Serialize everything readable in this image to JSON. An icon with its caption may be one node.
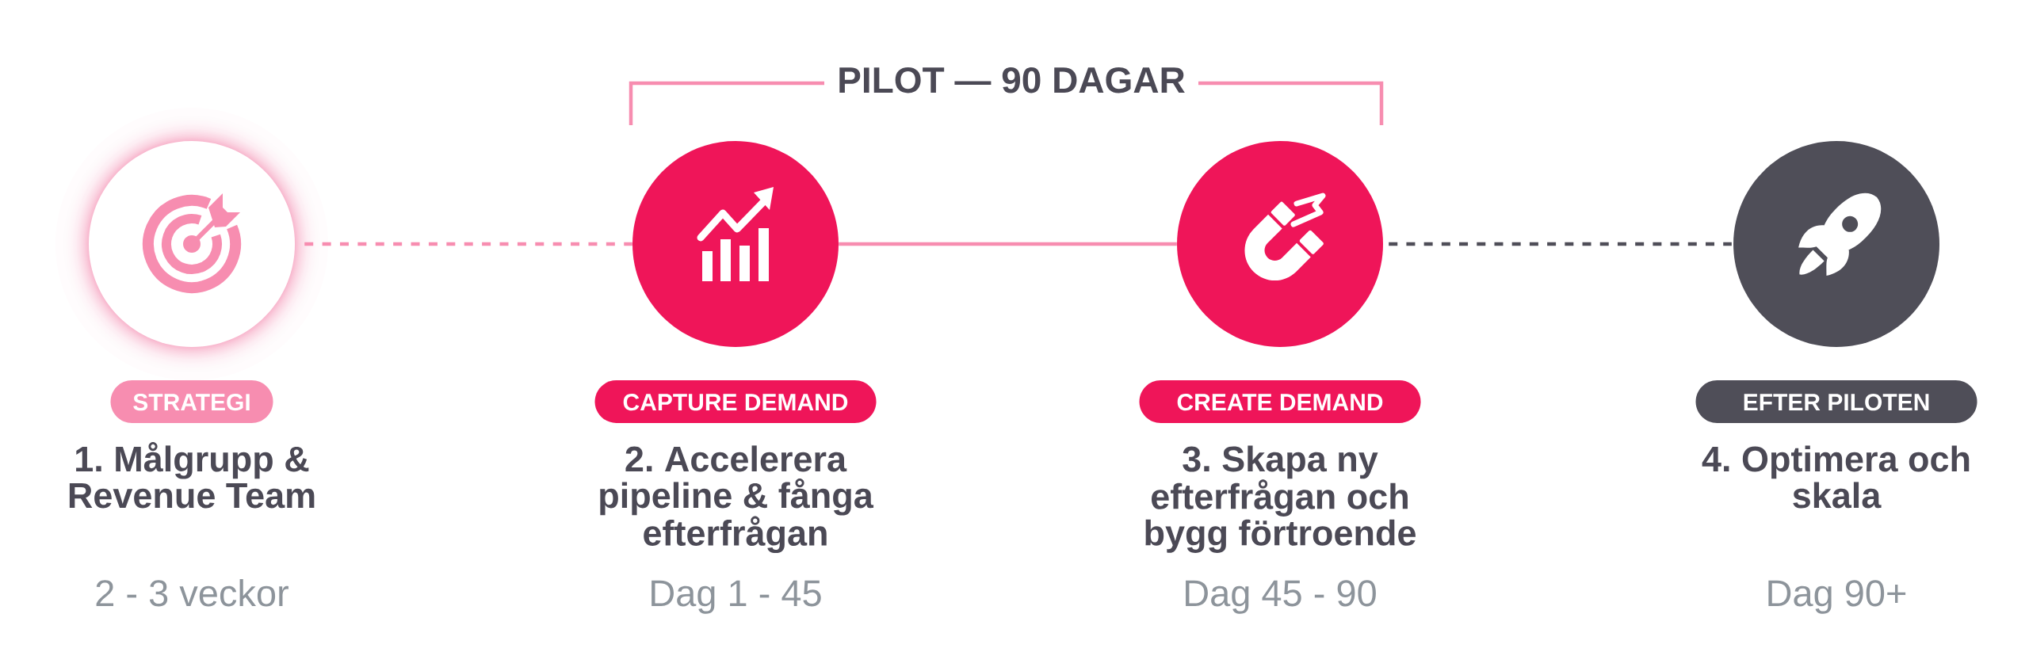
{
  "diagram": {
    "nodes": [
      {
        "text": [],
        "shape": "circle"
      },
      {
        "text": [],
        "shape": "circle"
      },
      {
        "text": [],
        "shape": "circle"
      },
      {
        "text": [],
        "shape": "circle"
      },
      {
        "text": [
          "STRATEGI"
        ],
        "beside": [
          "1. Målgrupp & Revenue Team",
          "2 - 3 veckor"
        ]
      },
      {
        "text": [
          "CAPTURE DEMAND"
        ],
        "beside": [
          "2. Accelerera pipeline & fånga efterfrågan",
          "Dag 1 - 45"
        ]
      },
      {
        "text": [
          "CREATE DEMAND"
        ],
        "beside": [
          "3. Skapa ny efterfrågan och bygg förtroende",
          "Dag 45 - 90"
        ]
      },
      {
        "text": [
          "EFTER PILOTEN"
        ],
        "beside": [
          "4. Optimera och skala",
          "Dag 90+"
        ]
      }
    ],
    "edges": [
      {
        "from": 0,
        "to": 1,
        "arrow": "none",
        "style": "dashed"
      },
      {
        "from": 1,
        "to": 2,
        "arrow": "none"
      },
      {
        "from": 2,
        "to": 3,
        "arrow": "none",
        "style": "dashed",
        "color": "#4f4e58"
      }
    ],
    "labels": [
      "PILOT — 90 DAGAR"
    ]
  }
}
